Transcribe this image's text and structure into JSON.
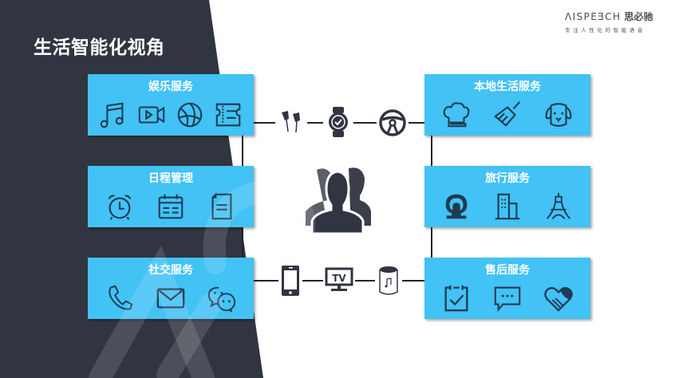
{
  "page": {
    "title": "生活智能化视角",
    "colors": {
      "dark_bg": "#303541",
      "card_blue": "#42c2f5",
      "icon_stroke": "#1f3a52",
      "connector": "#1f2430"
    }
  },
  "logo": {
    "brand_en": "ΛISPEƎCH",
    "brand_cn": "思必驰",
    "tagline": "专注人性化的智能语音"
  },
  "cards": [
    {
      "id": "entertainment",
      "title": "娱乐服务",
      "icons": [
        "music-note-icon",
        "video-camera-icon",
        "basketball-icon",
        "ticket-icon"
      ]
    },
    {
      "id": "schedule",
      "title": "日程管理",
      "icons": [
        "alarm-clock-icon",
        "calendar-icon",
        "document-icon"
      ]
    },
    {
      "id": "social",
      "title": "社交服务",
      "icons": [
        "phone-icon",
        "mail-icon",
        "wechat-icon"
      ]
    },
    {
      "id": "local-life",
      "title": "本地生活服务",
      "icons": [
        "chef-hat-icon",
        "broom-icon",
        "dog-icon"
      ]
    },
    {
      "id": "travel",
      "title": "旅行服务",
      "icons": [
        "railway-logo-icon",
        "building-icon",
        "eiffel-tower-icon"
      ]
    },
    {
      "id": "after-sales",
      "title": "售后服务",
      "icons": [
        "clipboard-check-icon",
        "chat-bubble-icon",
        "handshake-heart-icon"
      ]
    }
  ],
  "center": {
    "icon": "users-group-icon"
  },
  "devices": {
    "top": [
      {
        "name": "earphones-icon"
      },
      {
        "name": "smartwatch-icon"
      },
      {
        "name": "steering-wheel-icon"
      }
    ],
    "bottom": [
      {
        "name": "smartphone-icon"
      },
      {
        "name": "tv-icon",
        "label": "TV"
      },
      {
        "name": "smart-speaker-icon"
      }
    ]
  }
}
